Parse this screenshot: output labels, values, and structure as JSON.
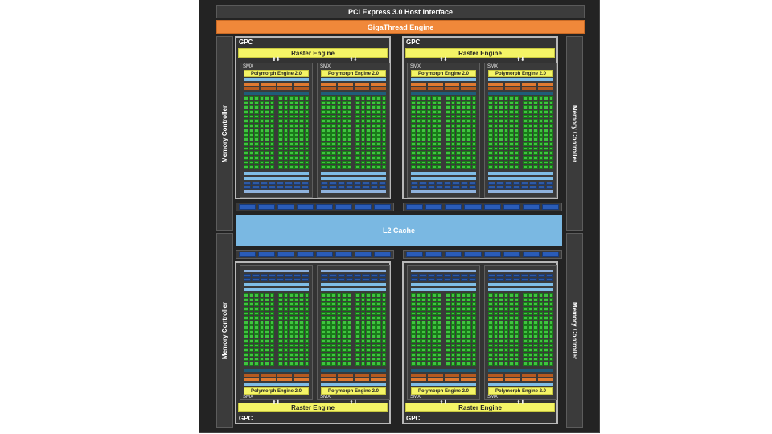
{
  "diagram": {
    "host_interface": "PCI Express 3.0 Host Interface",
    "thread_engine": "GigaThread Engine",
    "l2_cache": "L2 Cache",
    "memory_controller_label": "Memory Controller",
    "gpc_label": "GPC",
    "raster_engine_label": "Raster Engine",
    "smx_label": "SMX",
    "polymorph_label": "Polymorph Engine 2.0",
    "gpc_count": 4,
    "smx_per_gpc": 2,
    "cuda_core_columns_per_smx": 12,
    "cuda_core_rows_per_smx": 16,
    "crossbar_segments": 8,
    "colors": {
      "chip_background": "#232323",
      "thread_engine": "#f0883a",
      "raster_engine": "#f4f466",
      "cuda_core": "#3fc43f",
      "l2_cache": "#7ab8e2",
      "texture_unit": "#2e5aa6",
      "gpc_border": "#b8b8b8"
    }
  }
}
